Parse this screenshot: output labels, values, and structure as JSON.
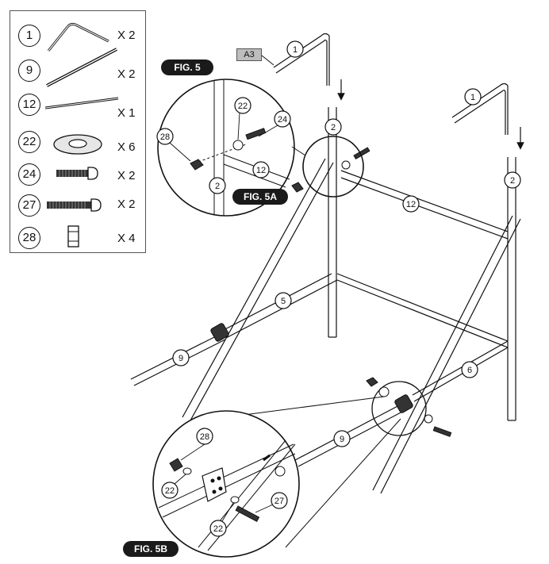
{
  "parts": [
    {
      "num": "1",
      "qty": "X 2",
      "icon": "bent-tube-icon"
    },
    {
      "num": "9",
      "qty": "X 2",
      "icon": "straight-tube-icon"
    },
    {
      "num": "12",
      "qty": "X 1",
      "icon": "long-rod-icon"
    },
    {
      "num": "22",
      "qty": "X 6",
      "icon": "washer-icon"
    },
    {
      "num": "24",
      "qty": "X 2",
      "icon": "short-bolt-icon"
    },
    {
      "num": "27",
      "qty": "X 2",
      "icon": "long-bolt-icon"
    },
    {
      "num": "28",
      "qty": "X 4",
      "icon": "nut-icon"
    }
  ],
  "figures": {
    "main": "FIG. 5",
    "detail_a": "FIG. 5A",
    "detail_b": "FIG. 5B"
  },
  "tag": "A3",
  "callouts": {
    "c1a": "1",
    "c1b": "1",
    "c2a": "2",
    "c2b": "2",
    "c12": "12",
    "c5": "5",
    "c6": "6",
    "c9a": "9",
    "c9b": "9",
    "d28": "28",
    "d22": "22",
    "d24": "24",
    "d12": "12",
    "d2": "2",
    "e28": "28",
    "e22a": "22",
    "e22b": "22",
    "e27": "27"
  }
}
